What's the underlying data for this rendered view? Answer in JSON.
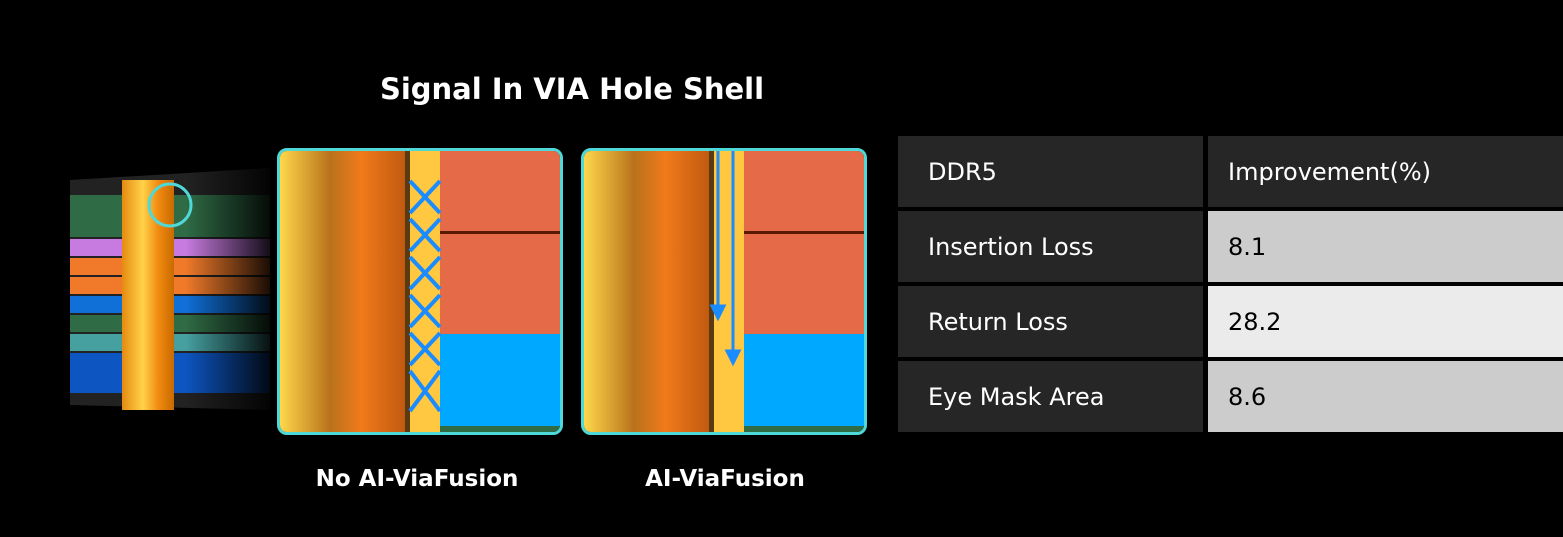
{
  "title": "Signal In VIA Hole Shell",
  "captions": {
    "left": "No AI-ViaFusion",
    "right": "AI-ViaFusion"
  },
  "table": {
    "headers": [
      "DDR5",
      "Improvement(%)"
    ],
    "rows": [
      {
        "metric": "Insertion Loss",
        "value": "8.1",
        "bg": "#cccccc"
      },
      {
        "metric": "Return Loss",
        "value": "28.2",
        "bg": "#ebebeb"
      },
      {
        "metric": "Eye Mask Area",
        "value": "8.6",
        "bg": "#cccccc"
      }
    ]
  },
  "colors": {
    "accent": "#4fd8d8",
    "arrow": "#1a8cff",
    "copper": "#f5a623"
  }
}
